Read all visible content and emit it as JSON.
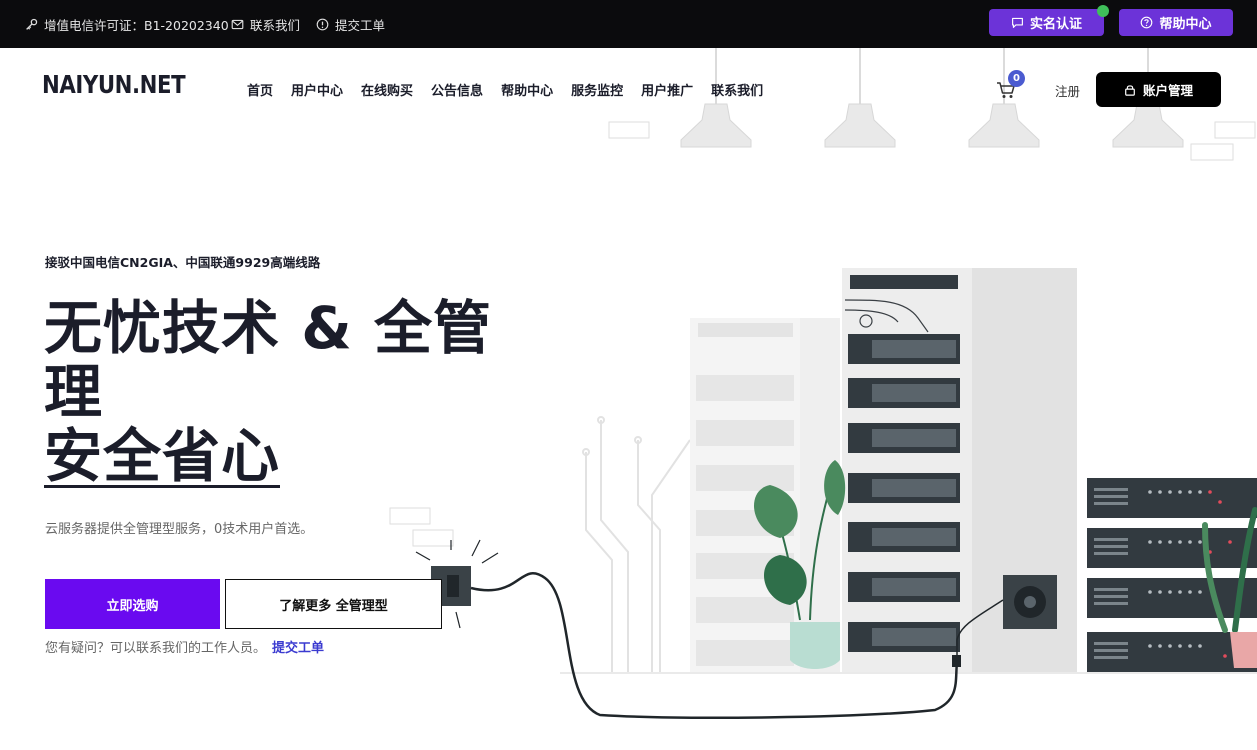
{
  "topbar": {
    "license": "增值电信许可证：B1-20202340",
    "contact": "联系我们",
    "ticket": "提交工单",
    "verify_button": "实名认证",
    "help_button": "帮助中心"
  },
  "header": {
    "logo": "NAIYUN.NET",
    "nav": [
      "首页",
      "用户中心",
      "在线购买",
      "公告信息",
      "帮助中心",
      "服务监控",
      "用户推广",
      "联系我们"
    ],
    "cart_count": "0",
    "register": "注册",
    "account_button": "账户管理"
  },
  "hero": {
    "kicker": "接驳中国电信CN2GIA、中国联通9929高端线路",
    "headline_line1": "无忧技术 & 全管理",
    "headline_line2": "安全省心",
    "description": "云服务器提供全管理型服务，0技术用户首选。",
    "primary_button": "立即选购",
    "secondary_button": "了解更多 全管理型",
    "help_text": "您有疑问？可以联系我们的工作人员。",
    "help_link": "提交工单"
  },
  "colors": {
    "topbar_bg": "#0b0b0d",
    "accent_purple": "#6a0af0",
    "button_purple": "#6c33d8",
    "badge_blue": "#4b5bd0",
    "online_green": "#3fbf5a",
    "text_dark": "#1b1d2a"
  },
  "icons": {
    "license": "key-icon",
    "contact": "mail-icon",
    "ticket": "info-icon",
    "verify": "chat-icon",
    "help": "question-icon",
    "cart": "cart-icon",
    "account": "lock-icon"
  }
}
